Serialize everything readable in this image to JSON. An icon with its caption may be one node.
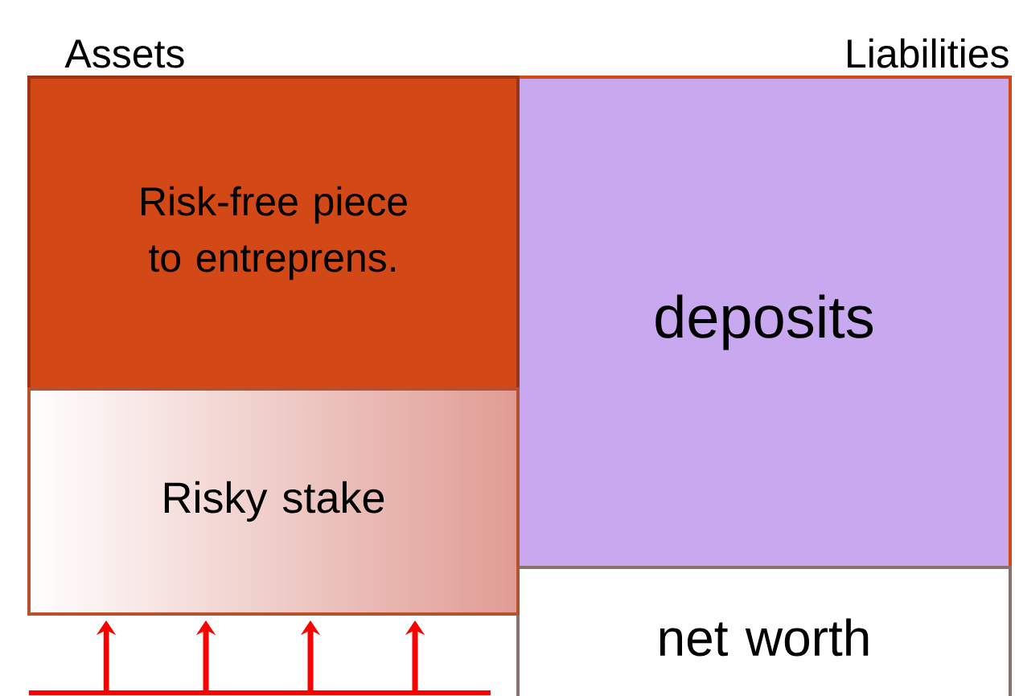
{
  "diagram": {
    "nodes": [
      {
        "text": [
          "Risk-free piece to entreprens."
        ]
      },
      {
        "text": [
          "deposits"
        ]
      },
      {
        "text": [
          "Risky stake"
        ]
      },
      {
        "text": [
          "net worth"
        ]
      }
    ],
    "edges": [
      {
        "from": null,
        "to": 2,
        "arrow": "to"
      },
      {
        "from": null,
        "to": 2,
        "arrow": "to"
      },
      {
        "from": null,
        "to": 2,
        "arrow": "to"
      },
      {
        "from": null,
        "to": 2,
        "arrow": "to"
      }
    ],
    "labels": [
      "Assets",
      "Liabilities"
    ]
  }
}
